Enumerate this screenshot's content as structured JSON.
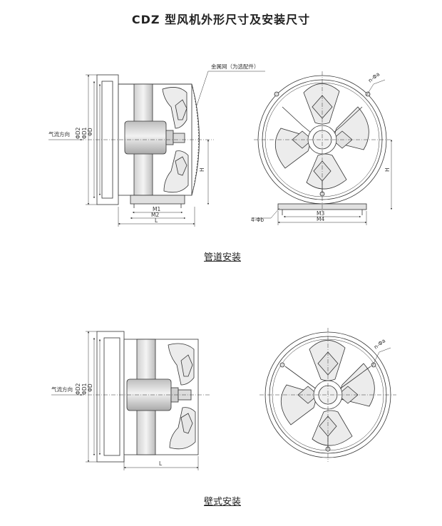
{
  "title": "CDZ 型风机外形尺寸及安装尺寸",
  "duct": {
    "caption": "管道安装",
    "airflow": "气流方向",
    "mesh_note": "金属网（为选配件）",
    "d2": "ΦD2",
    "d1": "ΦD1",
    "d": "ΦD",
    "h": "H",
    "m1": "M1",
    "m2": "M2",
    "l": "L",
    "na": "n-Φa",
    "nb": "4-Φb",
    "m3": "M3",
    "m4": "M4",
    "h_front": "H"
  },
  "wall": {
    "caption": "壁式安装",
    "airflow": "气流方向",
    "d2": "ΦD2",
    "d1": "ΦD1",
    "d": "ΦD",
    "l": "L",
    "na": "n-Φa"
  },
  "colors": {
    "line": "#333333",
    "shade": "#d9d9d9",
    "motor": "#cfcfcf",
    "blade": "#ececec"
  }
}
